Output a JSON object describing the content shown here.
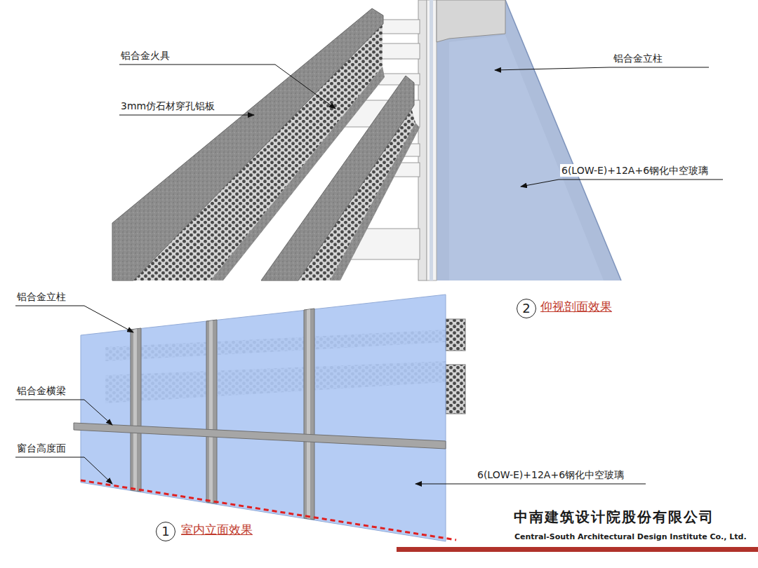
{
  "diagram": {
    "labels": [
      "铝合金火具",
      "3mm仿石材穿孔铝板",
      "铝合金立柱",
      "6(LOW-E)+12A+6钢化中空玻璃",
      "2",
      "仰视剖面效果",
      "铝合金立柱",
      "铝合金横梁",
      "窗台高度面",
      "6(LOW-E)+12A+6钢化中空玻璃",
      "1",
      "室内立面效果",
      "中南建筑设计院股份有限公司",
      "Central-South Architectural Design Institute Co., Ltd."
    ]
  }
}
